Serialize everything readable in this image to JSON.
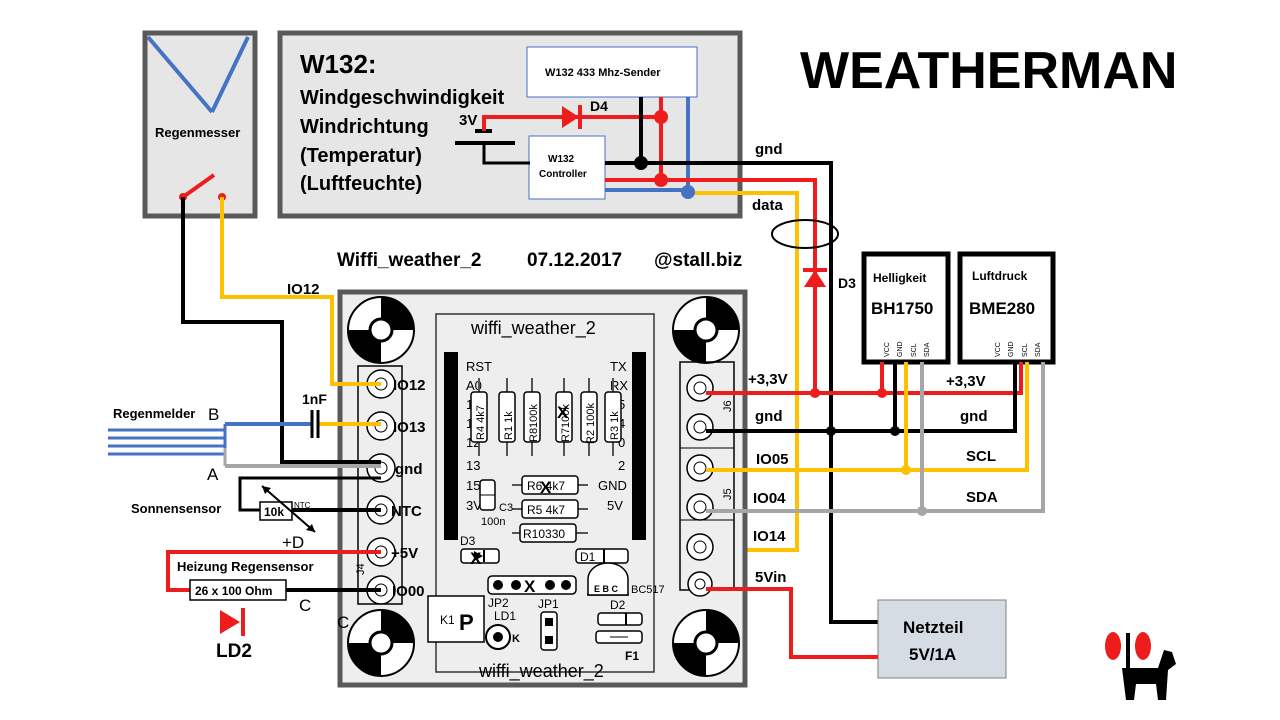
{
  "title": "WEATHERMAN",
  "subtitle": {
    "board": "Wiffi_weather_2",
    "date": "07.12.2017",
    "site": "@stall.biz"
  },
  "w132": {
    "heading": "W132:",
    "lines": [
      "Windgeschwindigkeit",
      "Windrichtung",
      "(Temperatur)",
      "(Luftfeuchte)"
    ],
    "sender": "W132  433 Mhz-Sender",
    "controller_line1": "W132",
    "controller_line2": "Controller",
    "supply": "3V",
    "diode": "D4"
  },
  "rain_gauge": {
    "label": "Regenmesser"
  },
  "wires": {
    "gnd": "gnd",
    "data": "data",
    "io12": "IO12",
    "d3": "D3"
  },
  "sensors": {
    "brightness": {
      "title": "Helligkeit",
      "chip": "BH1750",
      "pins": [
        "VCC",
        "GND",
        "SCL",
        "SDA"
      ]
    },
    "pressure": {
      "title": "Luftdruck",
      "chip": "BME280",
      "pins": [
        "VCC",
        "GND",
        "SCL",
        "SDA"
      ]
    }
  },
  "board": {
    "name_top": "wiffi_weather_2",
    "name_bottom": "wiffi_weather_2",
    "left_terminals": [
      "IO12",
      "IO13",
      "gnd",
      "NTC",
      "+5V",
      "IO00"
    ],
    "right_terminals": [
      "+3,3V",
      "gnd",
      "IO05",
      "IO04",
      "IO14",
      "5Vin"
    ],
    "header_left": [
      "RST",
      "A0",
      "16",
      "14",
      "12",
      "13",
      "15",
      "3V3"
    ],
    "header_right": [
      "TX",
      "RX",
      "5",
      "4",
      "0",
      "2",
      "GND",
      "5V"
    ],
    "resistors": [
      "R4 4k7",
      "R1  1k",
      "R8100k",
      "R7100k",
      "R2 100k",
      "R3 1k"
    ],
    "r6": "R6 4k7",
    "r5": "R5 4k7",
    "r10": "R10330",
    "c3": "C3",
    "c3_value": "100n",
    "d3": "D3",
    "d1": "D1",
    "jp2": "JP2",
    "jp1": "JP1",
    "ld1": "LD1",
    "k": "K",
    "k1": "K1",
    "p": "P",
    "d2": "D2",
    "f1": "F1",
    "transistor": "BC517",
    "transistor_pins": "E B C",
    "j6": "J6",
    "j5": "J5",
    "j4": "J4",
    "mark_x": "X"
  },
  "right_labels": {
    "v33": "+3,3V",
    "gnd": "gnd",
    "scl": "SCL",
    "sda": "SDA"
  },
  "left_side": {
    "rain_detector": "Regenmelder",
    "b": "B",
    "a": "A",
    "cap": "1nF",
    "sun_sensor": "Sonnensensor",
    "ntc_value": "10k",
    "ntc": "NTC",
    "d_plus": "+D",
    "heater": "Heizung Regensensor",
    "heater_value": "26 x 100 Ohm",
    "c_label": "C",
    "c_label2": "C",
    "led": "LD2"
  },
  "psu": {
    "line1": "Netzteil",
    "line2": "5V/1A"
  },
  "colors": {
    "red": "#ee1c1c",
    "blue": "#4472c4",
    "yellow": "#ffc000",
    "black": "#000000",
    "gray": "#a6a6a6",
    "board": "#eeeeee",
    "panel": "#e7e6e6",
    "psu": "#d6dce4"
  }
}
